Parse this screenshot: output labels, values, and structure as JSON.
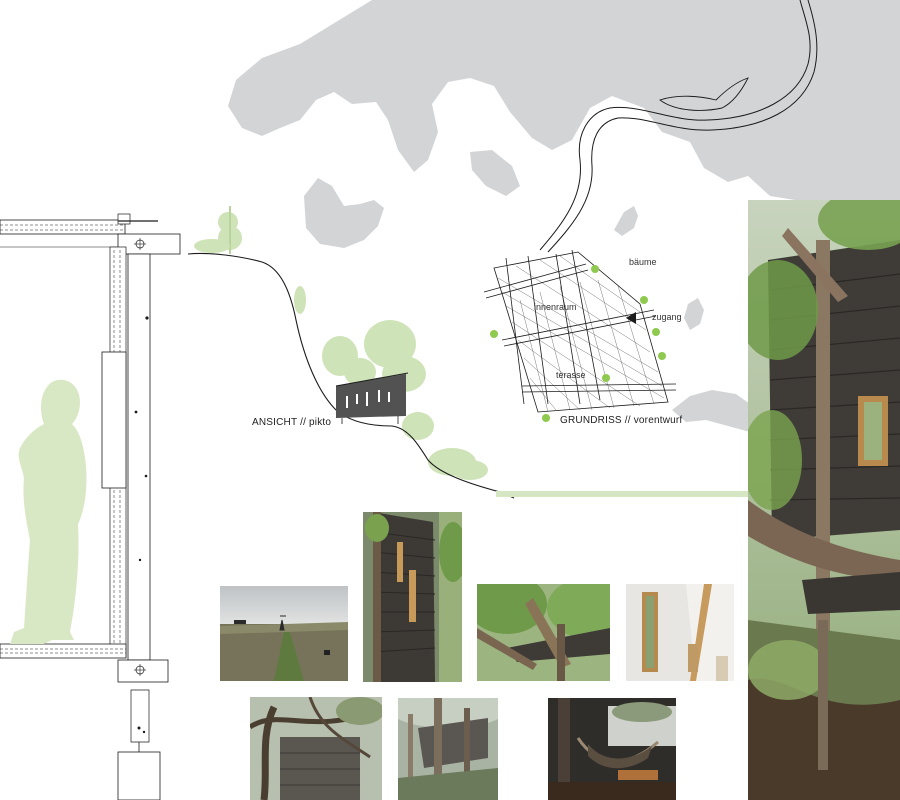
{
  "labels": {
    "ansicht": "ANSICHT // pikto",
    "grundriss": "GRUNDRISS // vorentwurf",
    "baeume": "bäume",
    "innenraum": "innenraum",
    "zugang": "zugang",
    "terasse": "terasse"
  },
  "colors": {
    "water": "#d3d4d6",
    "tree_green": "#cfe3b8",
    "tree_dot": "#8fc950",
    "figure": "#d9e8c4",
    "wood_dark": "#3b3a38",
    "line": "#1c1c1c"
  },
  "photos": [
    {
      "name": "photo-meadow"
    },
    {
      "name": "photo-cabin-side"
    },
    {
      "name": "photo-roof-beams"
    },
    {
      "name": "photo-interior-window"
    },
    {
      "name": "photo-branches"
    },
    {
      "name": "photo-forest-structure"
    },
    {
      "name": "photo-hammock"
    },
    {
      "name": "photo-treehouse-large"
    }
  ]
}
